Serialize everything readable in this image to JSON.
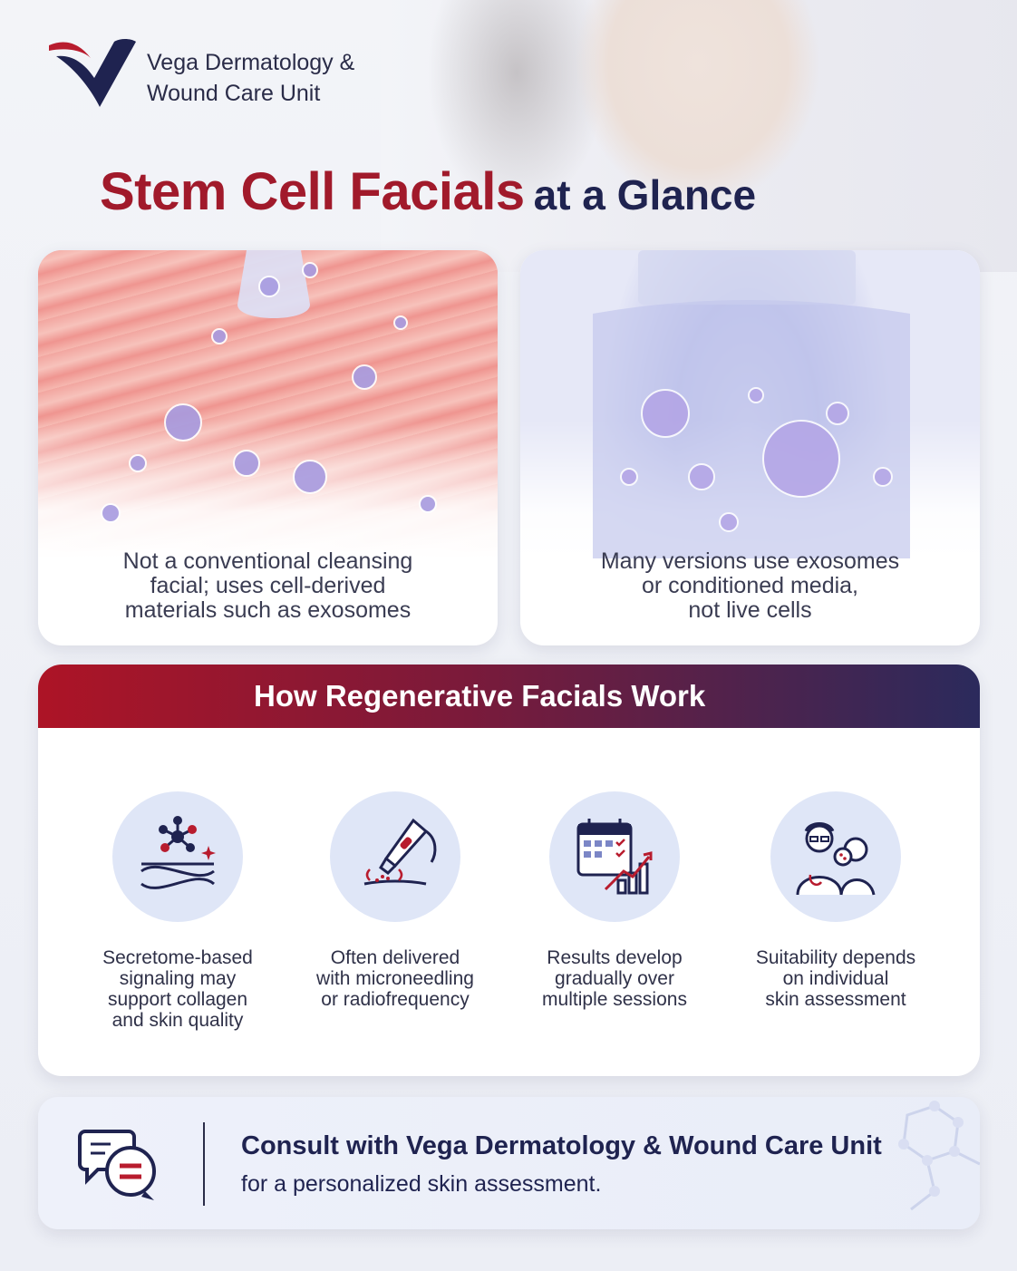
{
  "brand": {
    "line1": "Vega Dermatology &",
    "line2": "Wound Care Unit",
    "logo_icon": "v-swoosh-logo",
    "colors": {
      "red": "#a11a2b",
      "navy": "#1f2350"
    }
  },
  "headline": {
    "main": "Stem Cell Facials",
    "rest": "at a Glance"
  },
  "cards": [
    {
      "caption": [
        "Not a conventional cleansing",
        "facial; uses cell-derived",
        "materials such as exosomes"
      ],
      "image": "skin-layers-with-cells"
    },
    {
      "caption": [
        "Many versions use exosomes",
        "or conditioned media,",
        "not live cells"
      ],
      "image": "serum-bottle-with-cells"
    }
  ],
  "how": {
    "title": "How Regenerative Facials Work",
    "items": [
      {
        "icon": "molecule-dna-icon",
        "text": [
          "Secretome-based",
          "signaling may",
          "support collagen",
          "and skin quality"
        ]
      },
      {
        "icon": "microneedling-pen-icon",
        "text": [
          "Often delivered",
          "with microneedling",
          "or radiofrequency"
        ]
      },
      {
        "icon": "calendar-growth-chart-icon",
        "text": [
          "Results develop",
          "gradually over",
          "multiple sessions"
        ]
      },
      {
        "icon": "doctor-patient-icon",
        "text": [
          "Suitability depends",
          "on individual",
          "skin assessment"
        ]
      }
    ]
  },
  "consult": {
    "line1": "Consult with Vega Dermatology & Wound Care Unit",
    "line2": "for a personalized skin assessment.",
    "icon": "chat-bubbles-icon"
  }
}
